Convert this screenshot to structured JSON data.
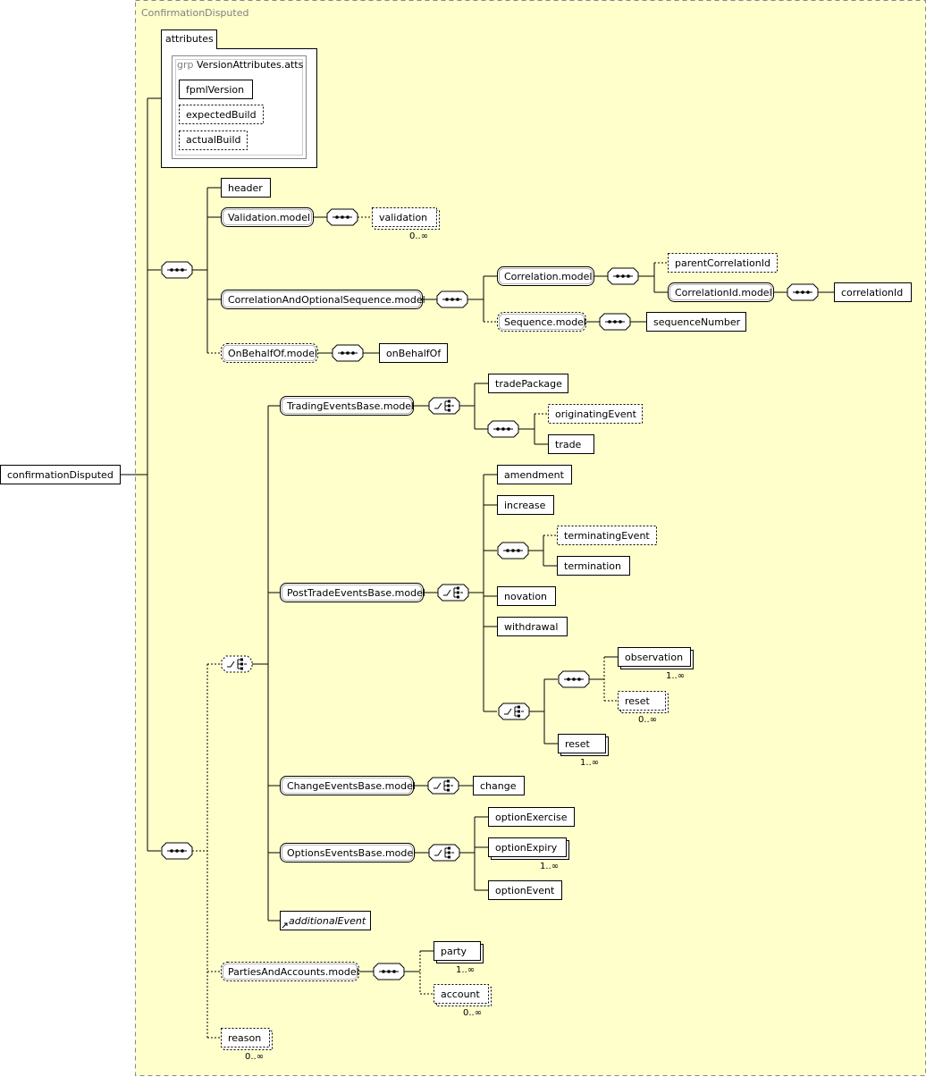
{
  "type_name": "ConfirmationDisputed",
  "root_element": "confirmationDisputed",
  "attributes": {
    "label": "attributes",
    "group_prefix": "grp",
    "group_name": "VersionAttributes.atts",
    "items": [
      "fpmlVersion",
      "expectedBuild",
      "actualBuild"
    ]
  },
  "labels": {
    "header": "header",
    "validation_model": "Validation.model",
    "validation": "validation",
    "correlation_and_optional_sequence_model": "CorrelationAndOptionalSequence.model",
    "correlation_model": "Correlation.model",
    "parent_correlation_id": "parentCorrelationId",
    "correlation_id_model": "CorrelationId.model",
    "correlation_id": "correlationId",
    "sequence_model": "Sequence.model",
    "sequence_number": "sequenceNumber",
    "on_behalf_of_model": "OnBehalfOf.model",
    "on_behalf_of": "onBehalfOf",
    "trading_events_base_model": "TradingEventsBase.model",
    "trade_package": "tradePackage",
    "originating_event": "originatingEvent",
    "trade": "trade",
    "post_trade_events_base_model": "PostTradeEventsBase.model",
    "amendment": "amendment",
    "increase": "increase",
    "terminating_event": "terminatingEvent",
    "termination": "termination",
    "novation": "novation",
    "withdrawal": "withdrawal",
    "observation": "observation",
    "reset_inner": "reset",
    "reset_outer": "reset",
    "change_events_base_model": "ChangeEventsBase.model",
    "change": "change",
    "options_events_base_model": "OptionsEventsBase.model",
    "option_exercise": "optionExercise",
    "option_expiry": "optionExpiry",
    "option_event": "optionEvent",
    "additional_event": "additionalEvent",
    "parties_and_accounts_model": "PartiesAndAccounts.model",
    "party": "party",
    "account": "account",
    "reason": "reason"
  },
  "cardinalities": {
    "validation": "0..∞",
    "observation": "1..∞",
    "reset_inner": "0..∞",
    "reset_outer": "1..∞",
    "option_expiry": "1..∞",
    "party": "1..∞",
    "account": "0..∞",
    "reason": "0..∞"
  },
  "colors": {
    "panel_fill": "#ffffcc",
    "panel_border": "#888888",
    "box_fill": "#ffffff",
    "stroke": "#000000",
    "caption": "#808080"
  }
}
